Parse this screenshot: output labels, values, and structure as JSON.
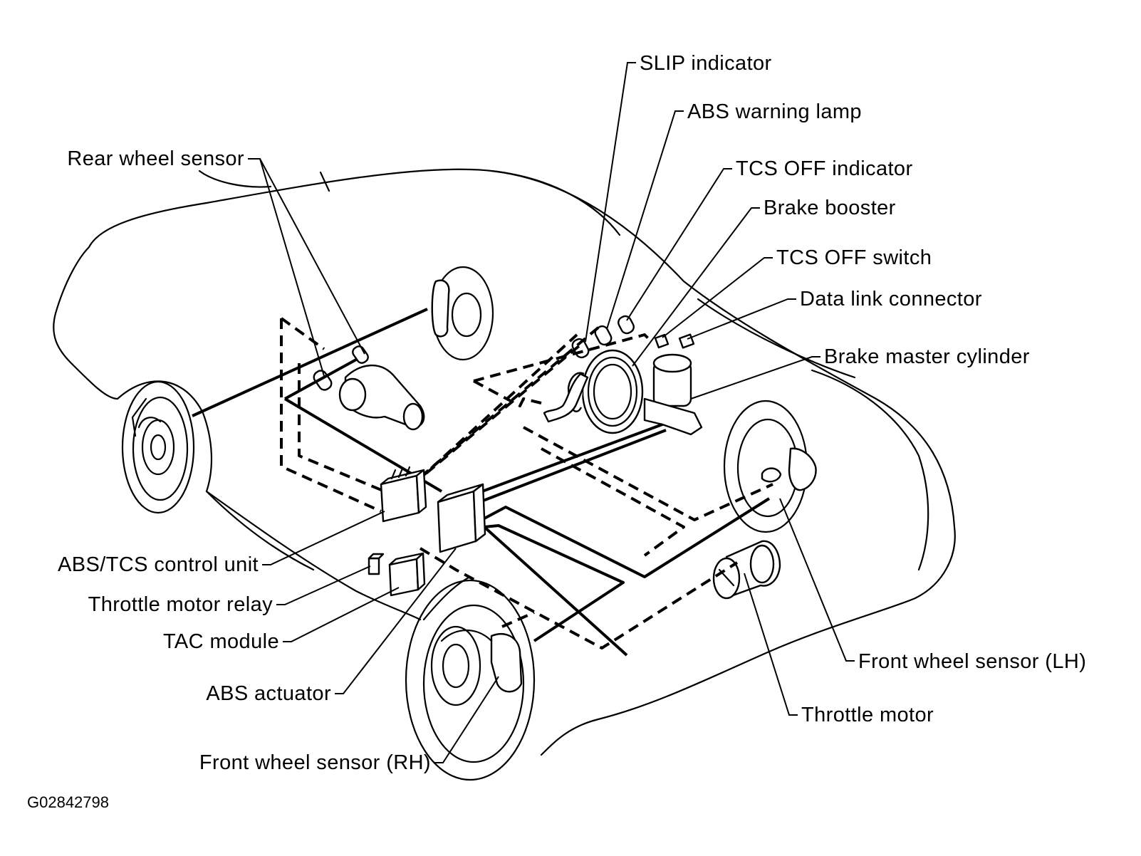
{
  "labels": {
    "slip_indicator": "SLIP indicator",
    "abs_warning_lamp": "ABS warning lamp",
    "tcs_off_indicator": "TCS OFF indicator",
    "brake_booster": "Brake booster",
    "tcs_off_switch": "TCS OFF switch",
    "data_link_connector": "Data link connector",
    "brake_master_cylinder": "Brake master cylinder",
    "rear_wheel_sensor": "Rear wheel sensor",
    "abs_tcs_control_unit": "ABS/TCS control unit",
    "throttle_motor_relay": "Throttle motor relay",
    "tac_module": "TAC module",
    "abs_actuator": "ABS actuator",
    "front_wheel_sensor_rh": "Front wheel sensor (RH)",
    "front_wheel_sensor_lh": "Front wheel sensor (LH)",
    "throttle_motor": "Throttle motor"
  },
  "figure_id": "G02842798"
}
